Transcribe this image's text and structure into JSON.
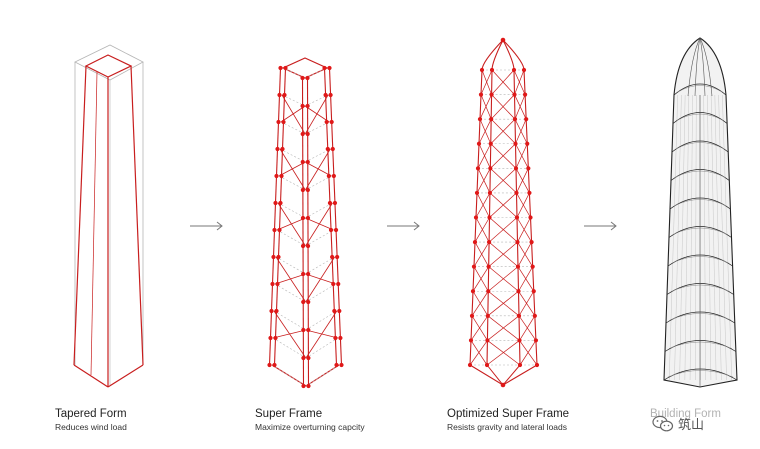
{
  "colors": {
    "frame_red": "#c81e1e",
    "node_red": "#e01818",
    "outline_grey": "#b5b5b5",
    "envelope_dark": "#222222",
    "arrow_grey": "#777777"
  },
  "panels": [
    {
      "title": "Tapered Form",
      "subtitle": "Reduces wind load",
      "icon": "tapered-form-tower-icon"
    },
    {
      "title": "Super Frame",
      "subtitle": "Maximize overturning capcity",
      "icon": "super-frame-tower-icon"
    },
    {
      "title": "Optimized Super Frame",
      "subtitle": "Resists gravity and lateral loads",
      "icon": "optimized-super-frame-tower-icon"
    },
    {
      "title": "Building Form",
      "subtitle": "",
      "icon": "building-form-tower-icon"
    }
  ],
  "arrows": [
    "arrow-right-icon",
    "arrow-right-icon",
    "arrow-right-icon"
  ],
  "watermark": {
    "text": "筑山",
    "icon": "wechat-icon"
  }
}
